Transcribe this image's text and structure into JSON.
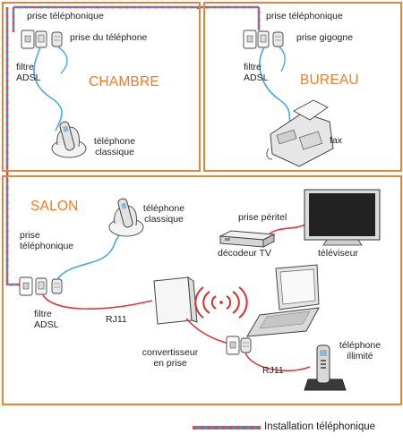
{
  "rooms": {
    "chambre": {
      "title": "CHAMBRE",
      "labels": {
        "prise": "prise téléphonique",
        "prise_tel": "prise du téléphone",
        "filtre": "filtre",
        "adsl": "ADSL",
        "phone_1": "téléphone",
        "phone_2": "classique"
      }
    },
    "bureau": {
      "title": "BUREAU",
      "labels": {
        "prise": "prise téléphonique",
        "gigogne": "prise gigogne",
        "filtre": "filtre",
        "adsl": "ADSL",
        "fax": "fax"
      }
    },
    "salon": {
      "title": "SALON",
      "labels": {
        "prise_1": "prise",
        "prise_2": "téléphonique",
        "filtre": "filtre",
        "adsl": "ADSL",
        "rj11_a": "RJ11",
        "phone_1": "téléphone",
        "phone_2": "classique",
        "peritel": "prise péritel",
        "decodeur": "décodeur TV",
        "televiseur": "téléviseur",
        "conv_1": "convertisseur",
        "conv_2": "en prise",
        "rj11_b": "RJ11",
        "illimite_1": "téléphone",
        "illimite_2": "illimité"
      }
    }
  },
  "legend": {
    "label": "Installation téléphonique"
  },
  "colors": {
    "room_border": "#e0873a",
    "title": "#ef7d1f",
    "phone_line_red": "#e74a45",
    "phone_line_blue": "#3d8fd8",
    "adsl_cable": "#48a9df",
    "rj11_cable": "#d63c3a",
    "waves": "#d22f2f"
  }
}
